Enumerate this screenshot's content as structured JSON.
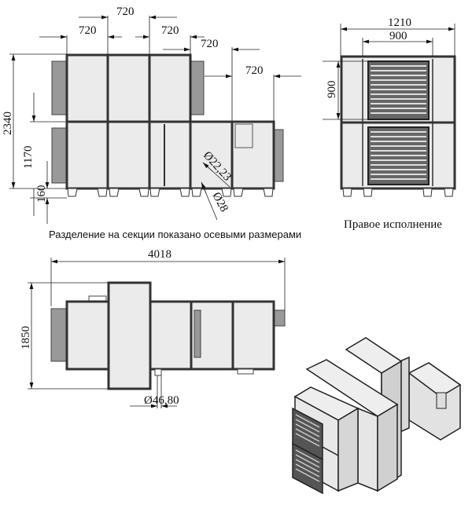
{
  "front_view": {
    "dims": {
      "top_720_a": "720",
      "top_720_b": "720",
      "top_720_c": "720",
      "top_720_d": "720",
      "top_720_e": "720",
      "height_total": "2340",
      "height_lower": "1170",
      "height_feet": "160",
      "pipe_a": "Ø22,23",
      "pipe_b": "Ø28"
    },
    "caption": "Разделение на секции показано осевыми размерами"
  },
  "side_view": {
    "dims": {
      "width": "1210",
      "grille_width": "900",
      "grille_height": "900"
    },
    "caption": "Правое исполнение"
  },
  "top_view": {
    "dims": {
      "length": "4018",
      "width": "1850",
      "drain": "Ø46,80"
    }
  }
}
